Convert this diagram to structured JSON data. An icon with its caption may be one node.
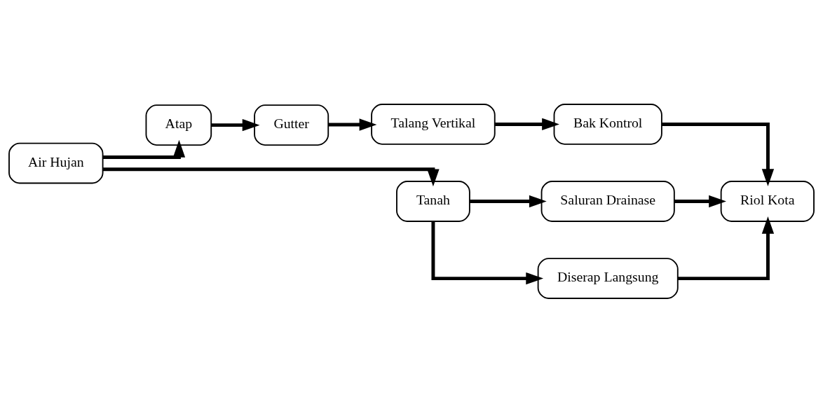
{
  "diagram": {
    "nodes": [
      {
        "text": [
          "Air Hujan"
        ]
      },
      {
        "text": [
          "Atap"
        ]
      },
      {
        "text": [
          "Gutter"
        ]
      },
      {
        "text": [
          "Talang Vertikal"
        ]
      },
      {
        "text": [
          "Bak Kontrol"
        ]
      },
      {
        "text": [
          "Tanah"
        ]
      },
      {
        "text": [
          "Saluran Drainase"
        ]
      },
      {
        "text": [
          "Diserap Langsung"
        ]
      },
      {
        "text": [
          "Riol Kota"
        ]
      }
    ],
    "edges": [
      {
        "from": 0,
        "to": 1,
        "arrow": "to"
      },
      {
        "from": 0,
        "to": 5,
        "arrow": "to"
      },
      {
        "from": 1,
        "to": 2,
        "arrow": "to"
      },
      {
        "from": 2,
        "to": 3,
        "arrow": "to"
      },
      {
        "from": 3,
        "to": 4,
        "arrow": "to"
      },
      {
        "from": 4,
        "to": 8,
        "arrow": "to"
      },
      {
        "from": 5,
        "to": 6,
        "arrow": "to"
      },
      {
        "from": 5,
        "to": 7,
        "arrow": "to"
      },
      {
        "from": 6,
        "to": 8,
        "arrow": "to"
      },
      {
        "from": 7,
        "to": 8,
        "arrow": "to"
      }
    ]
  }
}
